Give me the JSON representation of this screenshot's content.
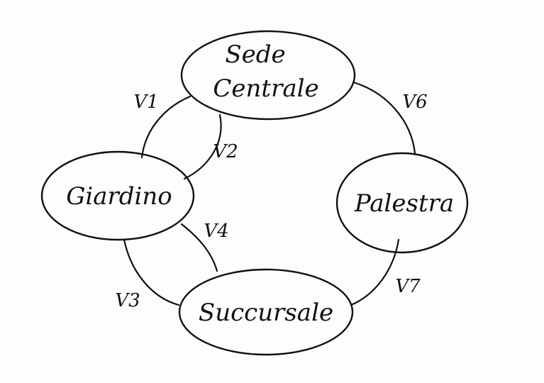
{
  "nodes": {
    "sede_centrale": {
      "line1": "Sede",
      "line2": "Centrale"
    },
    "giardino": {
      "label": "Giardino"
    },
    "palestra": {
      "label": "Palestra"
    },
    "succursale": {
      "label": "Succursale"
    }
  },
  "edges": {
    "v1": "V1",
    "v2": "V2",
    "v3": "V3",
    "v4": "V4",
    "v6": "V6",
    "v7": "V7"
  }
}
